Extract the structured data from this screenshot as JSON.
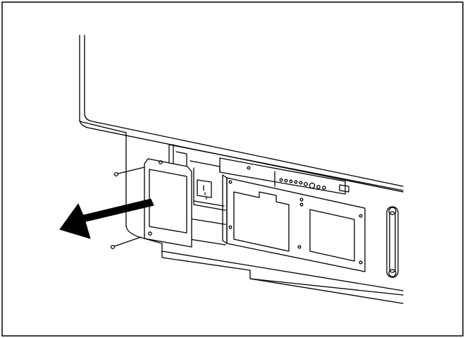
{
  "figure": {
    "kind": "technical-line-drawing",
    "stroke_color": "#000000",
    "fill_color": "#ffffff",
    "parts": {
      "monitor_back": "monitor-back-panel",
      "bay": "recessed-bay",
      "card_plate": "interface-card-plate",
      "mounting_plate": "mounting-plate",
      "connector_strip": "connector-strip",
      "side_handle": "side-rail-handle",
      "arrow": "removal-arrow",
      "screws": [
        "screw-upper",
        "screw-lower"
      ]
    },
    "connector_pin_count": 9
  }
}
